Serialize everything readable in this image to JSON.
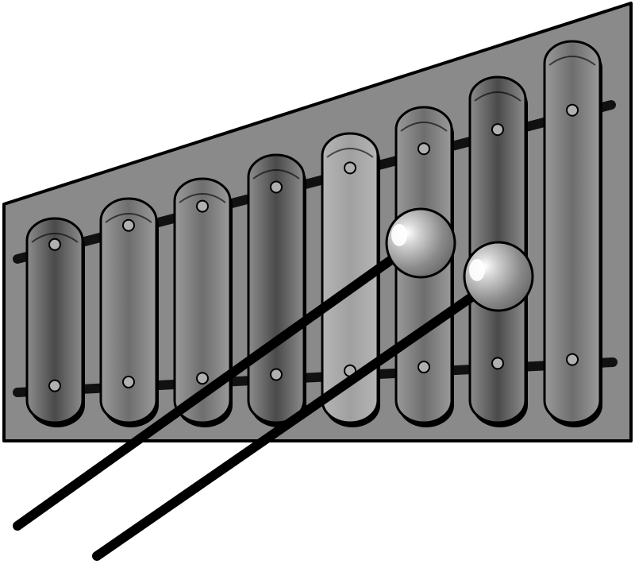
{
  "scene": {
    "subject": "xylophone-with-mallets",
    "bar_count": 8,
    "mallet_count": 2
  },
  "colors": {
    "background": "#ffffff",
    "frame": "#8a8a8a",
    "outline": "#000000",
    "rail": "#111111",
    "bar_dark": "#5e5e5e",
    "bar_mid": "#808080",
    "bar_light": "#a9a9a9",
    "bar_highlight": "#b8b8b8",
    "rivet": "#9e9e9e",
    "mallet_head": "#a0a0a0",
    "mallet_head_highlight": "#ffffff",
    "mallet_stick": "#000000"
  }
}
